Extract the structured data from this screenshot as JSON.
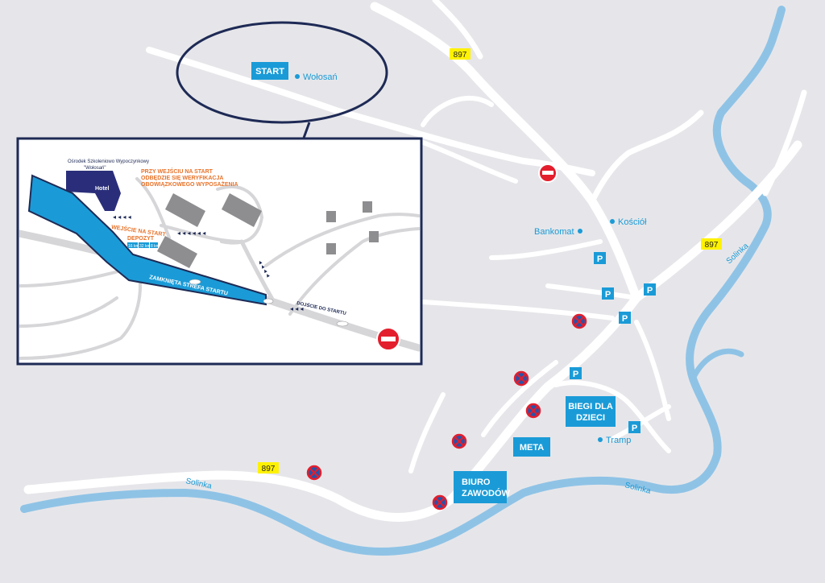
{
  "main_map": {
    "road_numbers": [
      "897",
      "897",
      "897"
    ],
    "start_label": "START",
    "place_wolosan": "Wołosań",
    "place_bankomat": "Bankomat",
    "place_kosciol": "Kościół",
    "place_tramp": "Tramp",
    "river_label": "Solinka",
    "biegi_line1": "BIEGI DLA",
    "biegi_line2": "DZIECI",
    "meta_label": "META",
    "biuro_line1": "BIURO",
    "biuro_line2": "ZAWODÓW",
    "parking_letter": "P",
    "plus_symbol": "+"
  },
  "inset": {
    "osrodek_line1": "Ośrodek Szkoleniowo Wypoczynkowy",
    "osrodek_line2": "\"Wołosań\"",
    "hotel_label": "Hotel",
    "verify_line1": "PRZY WEJŚCIU NA START",
    "verify_line2": "ODBĘDZIE SIĘ WERYFIKACJA",
    "verify_line3": "OBOWIĄZKOWEGO WYPOSAŻENIA",
    "wejscie_label": "WEJŚCIE NA START",
    "depozyt_label": "DEPOZYT",
    "depozyt_tags": [
      "16 km",
      "32 km",
      "8 km"
    ],
    "strefa_label": "ZAMKNIĘTA STREFA STARTU",
    "dojscie_label": "DOJŚCIE DO STARTU"
  },
  "colors": {
    "background": "#e6e6ea",
    "road": "#ffffff",
    "river": "#8fc3e6",
    "navy": "#1e2a55",
    "accent_blue": "#1a9bd7",
    "no_entry_red": "#e31e2d",
    "road_number_yellow": "#fff200",
    "orange_text": "#e8732a"
  },
  "icons": {
    "no_entry": "no-entry-icon",
    "no_parking": "no-parking-icon",
    "parking": "parking-icon",
    "zoom_in": "zoom-plus-icon",
    "dot": "location-dot-icon"
  }
}
